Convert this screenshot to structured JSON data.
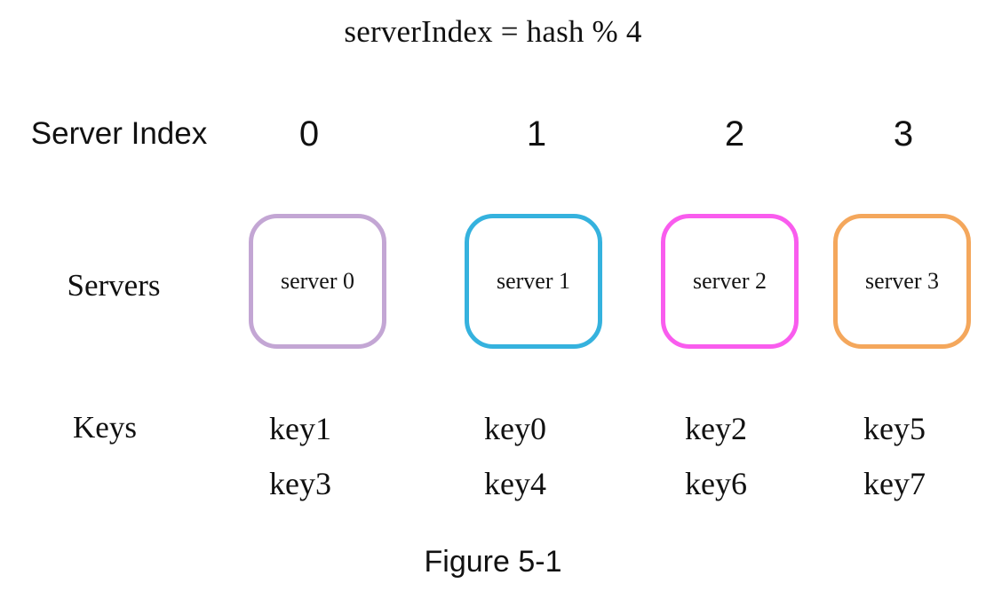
{
  "figure": {
    "formula": "serverIndex = hash % 4",
    "caption": "Figure 5-1",
    "row_labels": {
      "server_index": "Server Index",
      "servers": "Servers",
      "keys": "Keys"
    },
    "columns": [
      {
        "index_label": "0",
        "server_label": "server 0",
        "border_color": "#c3a6d4",
        "keys": [
          "key1",
          "key3"
        ]
      },
      {
        "index_label": "1",
        "server_label": "server 1",
        "border_color": "#35b2de",
        "keys": [
          "key0",
          "key4"
        ]
      },
      {
        "index_label": "2",
        "server_label": "server 2",
        "border_color": "#f95cee",
        "keys": [
          "key2",
          "key6"
        ]
      },
      {
        "index_label": "3",
        "server_label": "server 3",
        "border_color": "#f4a75c",
        "keys": [
          "key5",
          "key7"
        ]
      }
    ]
  }
}
